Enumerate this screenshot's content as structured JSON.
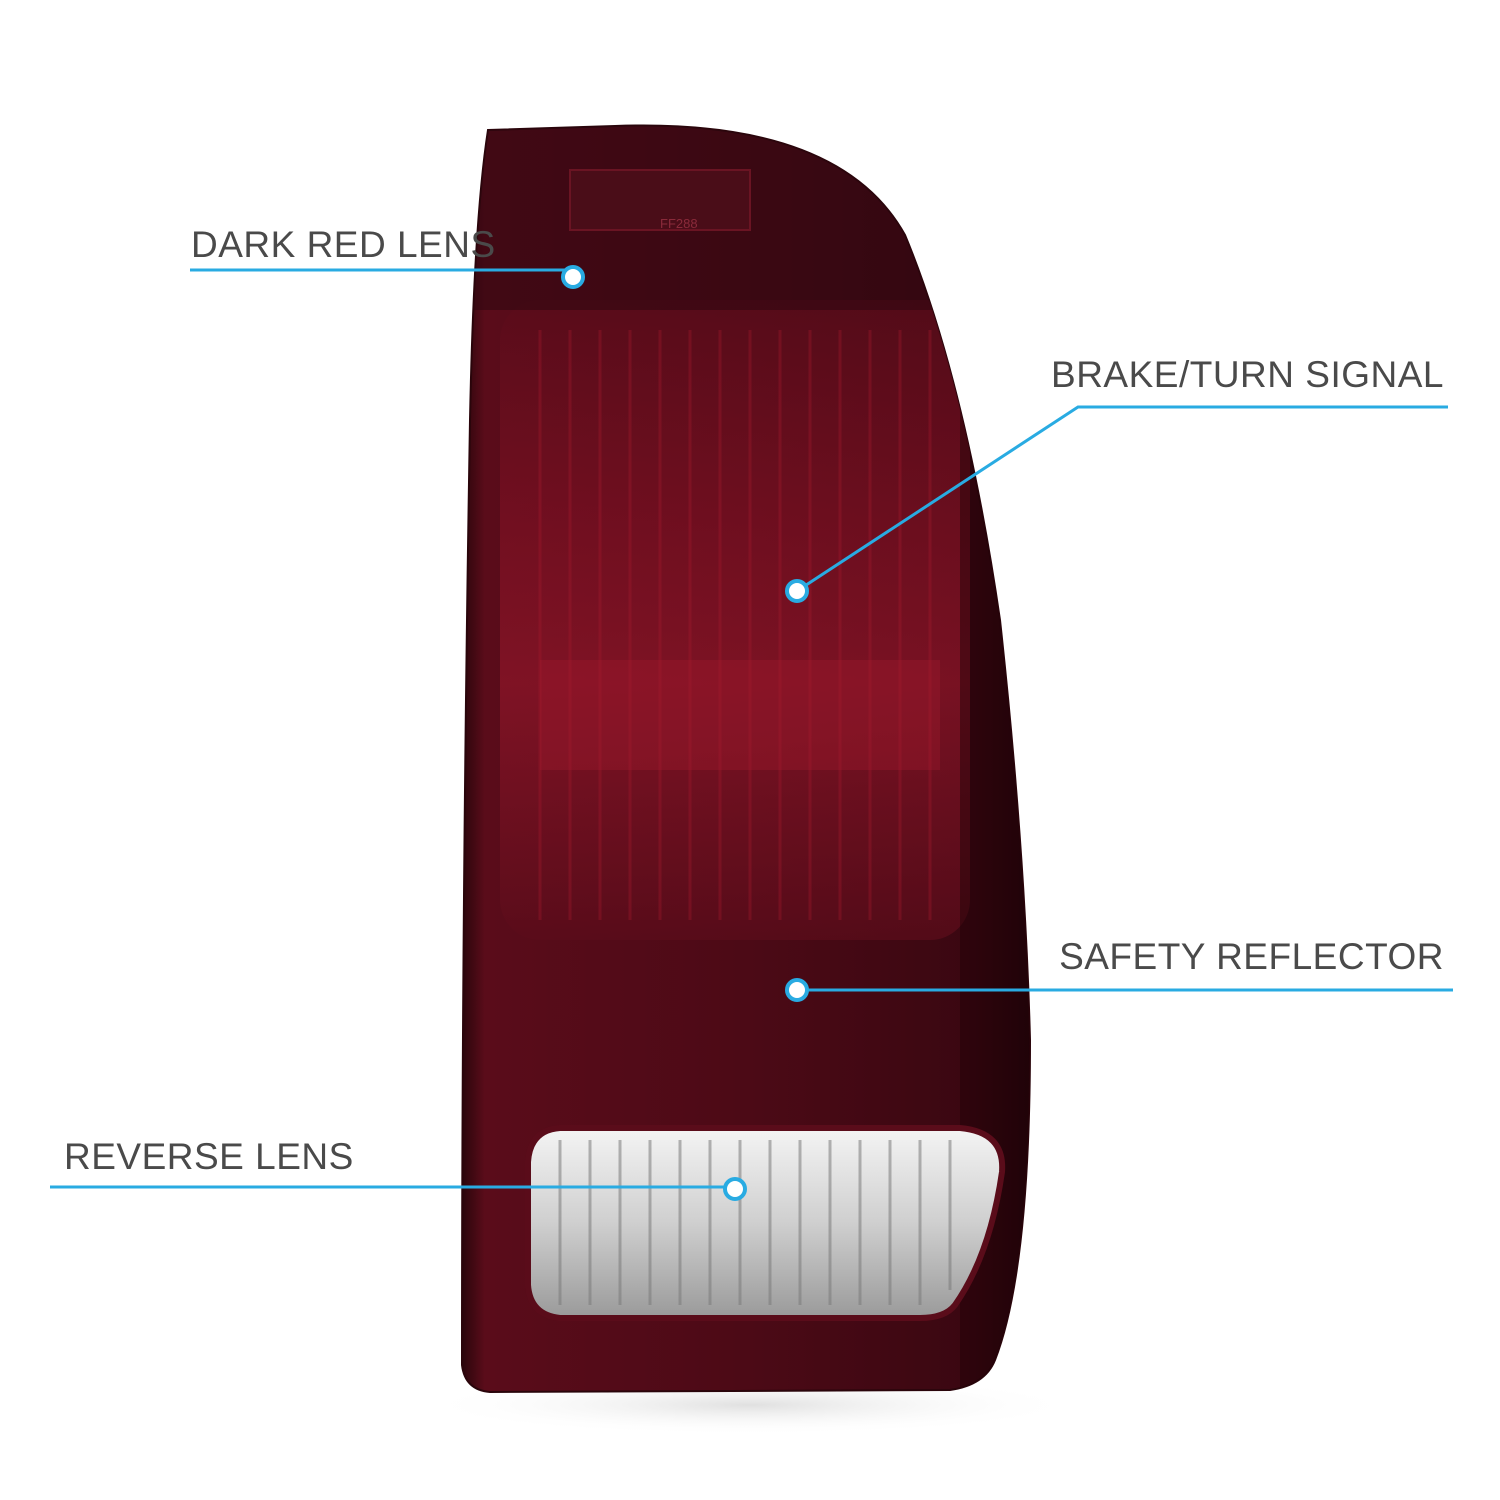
{
  "colors": {
    "callout": "#29abe2",
    "label_text": "#4a4a4a",
    "lens_dark": "#3e0a13",
    "lens_red": "#7a1022",
    "lens_highlight": "#a3192e",
    "reverse_lens": "#d9d9d9"
  },
  "callouts": [
    {
      "id": "dark-red-lens",
      "label": "DARK RED LENS"
    },
    {
      "id": "brake-turn-signal",
      "label": "BRAKE/TURN SIGNAL"
    },
    {
      "id": "safety-reflector",
      "label": "SAFETY REFLECTOR"
    },
    {
      "id": "reverse-lens",
      "label": "REVERSE LENS"
    }
  ],
  "lens_markings": {
    "part_code": "FF288"
  }
}
